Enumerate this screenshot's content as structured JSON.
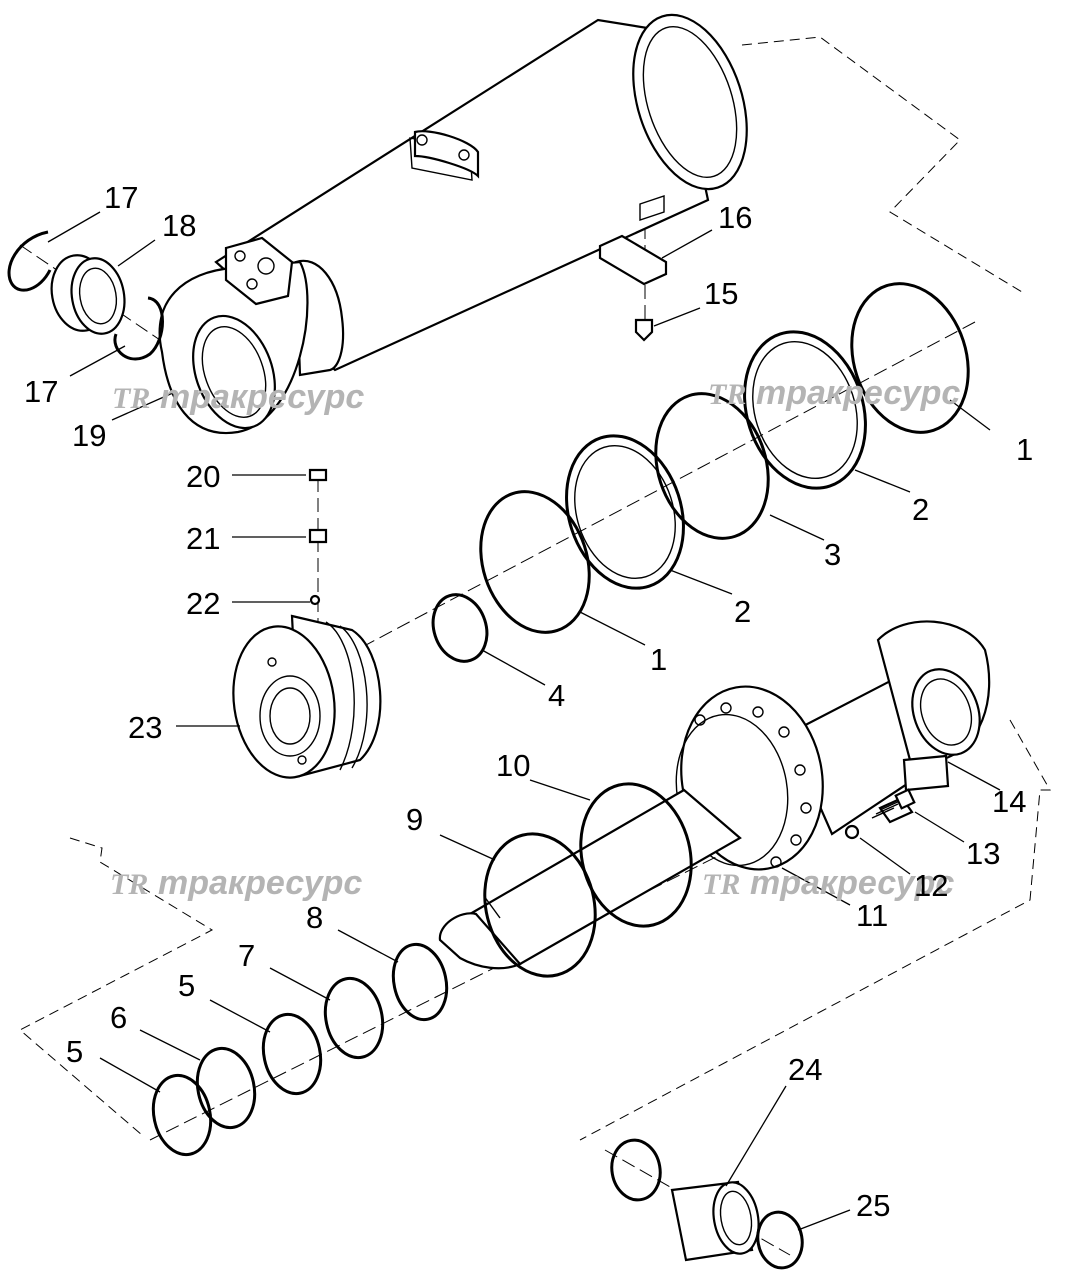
{
  "watermark": {
    "logo": "TR",
    "text": "тракресурс"
  },
  "callouts": {
    "c1a": "1",
    "c1b": "1",
    "c2a": "2",
    "c2b": "2",
    "c3": "3",
    "c4": "4",
    "c5a": "5",
    "c5b": "5",
    "c6": "6",
    "c7": "7",
    "c8": "8",
    "c9": "9",
    "c10": "10",
    "c11": "11",
    "c12": "12",
    "c13": "13",
    "c14": "14",
    "c15": "15",
    "c16": "16",
    "c17a": "17",
    "c17b": "17",
    "c18": "18",
    "c19": "19",
    "c20": "20",
    "c21": "21",
    "c22": "22",
    "c23": "23",
    "c24": "24",
    "c25": "25"
  }
}
